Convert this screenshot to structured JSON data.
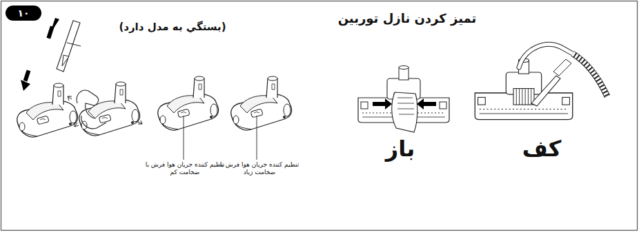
{
  "diagram": {
    "title": "تميز كردن نازل توربين",
    "nodes": [
      {
        "text": [
          "۱۰"
        ]
      }
    ],
    "labels": [
      "(بستگي به مدل دارد)",
      "کف",
      "باز",
      "تنظیم کننده جریان هوا فرش با ضخامت زیاد",
      "تنظیم کننده جریان هوا فرش با ضخامت کم"
    ]
  }
}
